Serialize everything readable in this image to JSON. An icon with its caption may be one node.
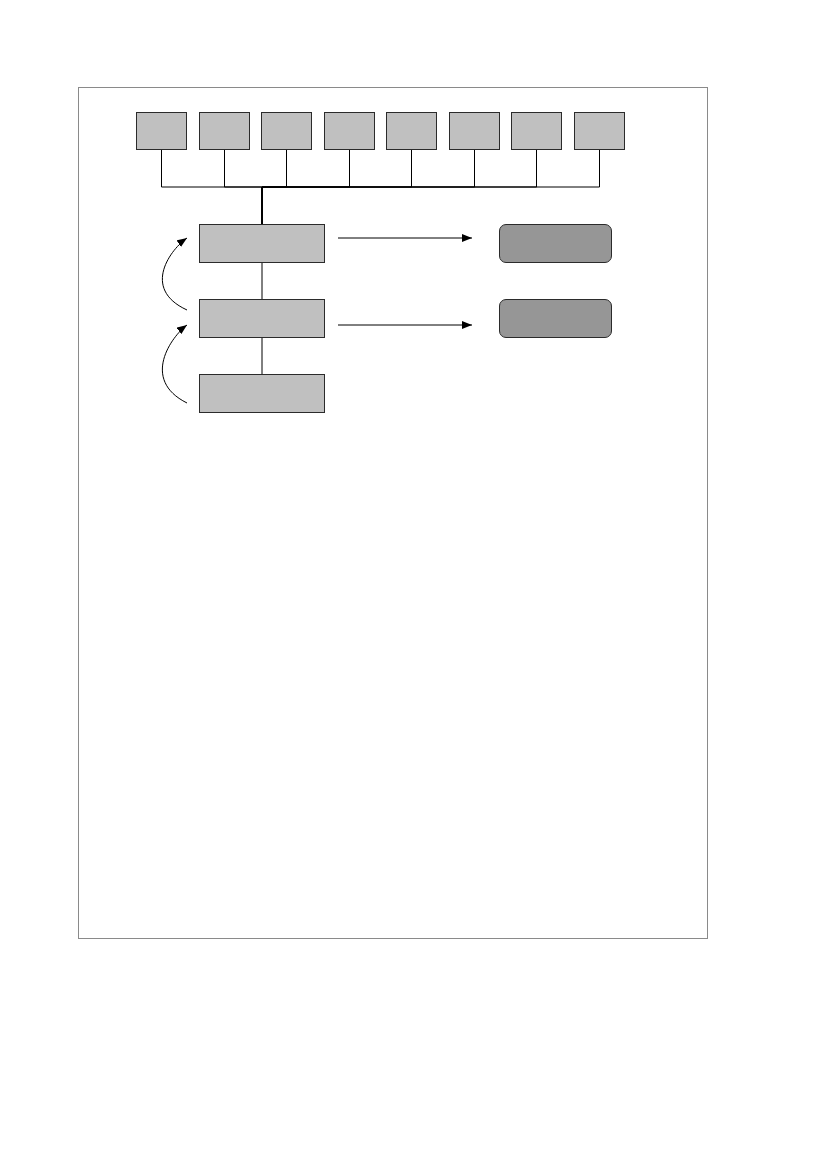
{
  "diagram": {
    "nodes": [
      {
        "text": [],
        "shape": "box"
      },
      {
        "text": [],
        "shape": "box"
      },
      {
        "text": [],
        "shape": "box"
      },
      {
        "text": [],
        "shape": "box"
      },
      {
        "text": [],
        "shape": "box"
      },
      {
        "text": [],
        "shape": "box"
      },
      {
        "text": [],
        "shape": "box"
      },
      {
        "text": [],
        "shape": "box"
      },
      {
        "text": [],
        "shape": "box"
      },
      {
        "text": [],
        "shape": "box"
      },
      {
        "text": [],
        "shape": "box"
      },
      {
        "text": [],
        "shape": "box"
      },
      {
        "text": [],
        "shape": "box"
      }
    ],
    "edges": [
      {
        "from": 0,
        "to": 8,
        "arrow": "none"
      },
      {
        "from": 1,
        "to": 8,
        "arrow": "none"
      },
      {
        "from": 2,
        "to": 8,
        "arrow": "none"
      },
      {
        "from": 3,
        "to": 8,
        "arrow": "none"
      },
      {
        "from": 4,
        "to": 8,
        "arrow": "none"
      },
      {
        "from": 5,
        "to": 8,
        "arrow": "none"
      },
      {
        "from": 6,
        "to": 8,
        "arrow": "none"
      },
      {
        "from": 7,
        "to": 8,
        "arrow": "none"
      },
      {
        "from": 8,
        "to": 9,
        "arrow": "none"
      },
      {
        "from": 9,
        "to": 10,
        "arrow": "none"
      },
      {
        "from": 8,
        "to": 11,
        "arrow": "to"
      },
      {
        "from": 9,
        "to": 12,
        "arrow": "to"
      },
      {
        "from": 9,
        "to": 8,
        "arrow": "to"
      },
      {
        "from": 10,
        "to": 9,
        "arrow": "to"
      }
    ]
  }
}
